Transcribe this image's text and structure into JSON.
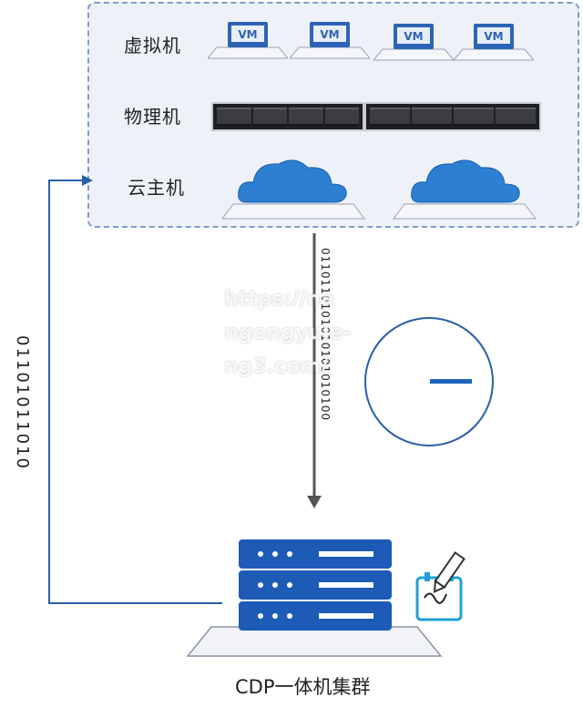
{
  "rows": {
    "vm_label": "虚拟机",
    "physical_label": "物理机",
    "cloud_label": "云主机"
  },
  "vm_badge": "VM",
  "data_streams": {
    "downward": "0110110101010101010100",
    "return": "01101011010"
  },
  "watermark": [
    "https://na",
    "ngongyule-",
    "ng3.com/"
  ],
  "cluster_label": "CDP一体机集群",
  "colors": {
    "panel_bg": "#eef2f8",
    "panel_border": "#7f9fc4",
    "accent_blue": "#1f63b8",
    "cloud_blue": "#2d7fd2",
    "server_blue": "#1d5bb6",
    "arrow_line": "#2a5fa8"
  }
}
